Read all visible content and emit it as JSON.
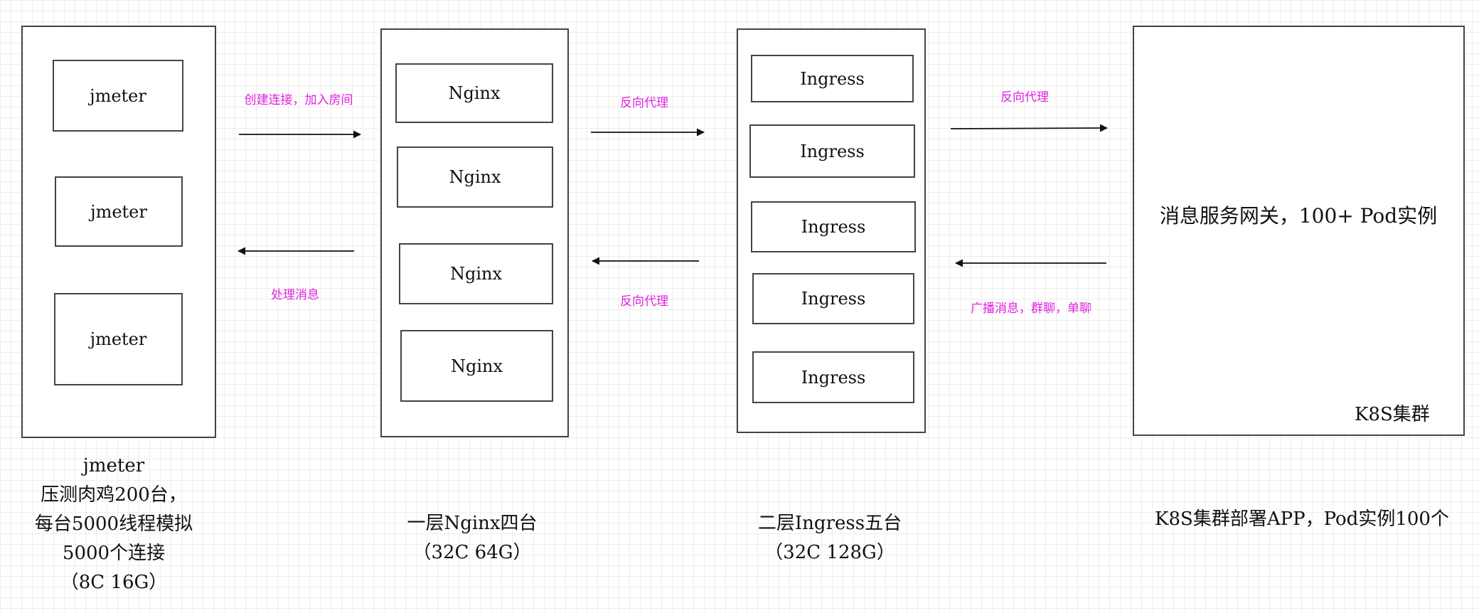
{
  "columns": [
    {
      "id": "jmeter",
      "nodes": [
        "jmeter",
        "jmeter",
        "jmeter"
      ],
      "caption": [
        "jmeter",
        "压测肉鸡200台，",
        "每台5000线程模拟",
        "5000个连接",
        "（8C 16G）"
      ]
    },
    {
      "id": "nginx",
      "nodes": [
        "Nginx",
        "Nginx",
        "Nginx",
        "Nginx"
      ],
      "caption": [
        "一层Nginx四台",
        "（32C 64G）"
      ]
    },
    {
      "id": "ingress",
      "nodes": [
        "Ingress",
        "Ingress",
        "Ingress",
        "Ingress",
        "Ingress"
      ],
      "caption": [
        "二层Ingress五台",
        "（32C 128G）"
      ]
    },
    {
      "id": "k8s",
      "gateway": "消息服务网关，100+ Pod实例",
      "cluster_label": "K8S集群",
      "caption": [
        "K8S集群部署APP，Pod实例100个"
      ]
    }
  ],
  "edges": {
    "e1": "创建连接，加入房间",
    "e2": "处理消息",
    "e3": "反向代理",
    "e4": "反向代理",
    "e5": "反向代理",
    "e6": "广播消息，群聊，单聊"
  },
  "colors": {
    "edge_label": "#e020e0",
    "stroke": "#444444",
    "arrow": "#111111"
  }
}
